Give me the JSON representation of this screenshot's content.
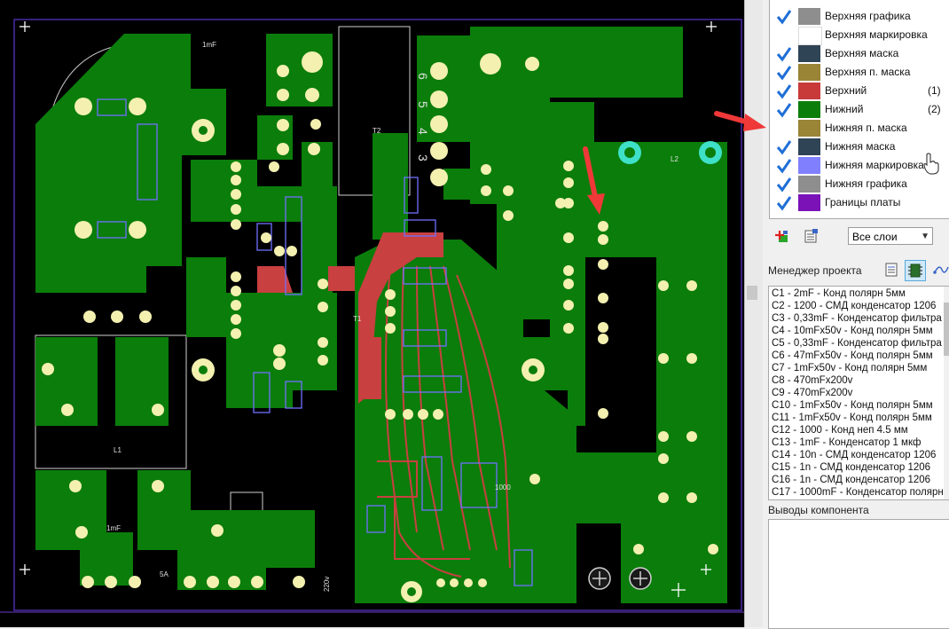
{
  "pcb": {
    "silk_labels": [
      "1mF",
      "6",
      "5",
      "4",
      "3",
      "T2",
      "T1",
      "L1",
      "L2",
      "5A",
      "220v",
      "1mF",
      "1000"
    ]
  },
  "layers": [
    {
      "name": "Верхняя графика",
      "color": "#8e8e8e",
      "checked": true,
      "num": ""
    },
    {
      "name": "Верхняя маркировка",
      "color": "#ffffff",
      "checked": false,
      "num": ""
    },
    {
      "name": "Верхняя маска",
      "color": "#2f4455",
      "checked": true,
      "num": ""
    },
    {
      "name": "Верхняя п. маска",
      "color": "#9a8436",
      "checked": true,
      "num": ""
    },
    {
      "name": "Верхний",
      "color": "#c83a3a",
      "checked": true,
      "num": "(1)"
    },
    {
      "name": "Нижний",
      "color": "#0b7d0b",
      "checked": true,
      "num": "(2)"
    },
    {
      "name": "Нижняя п. маска",
      "color": "#9a8436",
      "checked": false,
      "num": ""
    },
    {
      "name": "Нижняя маска",
      "color": "#2f4455",
      "checked": true,
      "num": ""
    },
    {
      "name": "Нижняя маркировка",
      "color": "#8080ff",
      "checked": true,
      "num": ""
    },
    {
      "name": "Нижняя графика",
      "color": "#8e8e8e",
      "checked": true,
      "num": ""
    },
    {
      "name": "Границы платы",
      "color": "#7a12b8",
      "checked": true,
      "num": ""
    }
  ],
  "toolbar": {
    "add_icon": "add-layer-icon",
    "props_icon": "layer-properties-icon",
    "layer_select": "Все слои"
  },
  "project_manager": {
    "title": "Менеджер проекта",
    "components": [
      "C1 - 2mF - Конд полярн 5мм",
      "C2 - 1200 - СМД конденсатор 1206",
      "C3 - 0,33mF - Конденсатор фильтра",
      "C4 - 10mFx50v - Конд полярн 5мм",
      "C5 - 0,33mF - Конденсатор фильтра",
      "C6 - 47mFx50v - Конд полярн 5мм",
      "C7 - 1mFx50v - Конд полярн 5мм",
      "C8 - 470mFx200v",
      "C9 - 470mFx200v",
      "C10 - 1mFx50v - Конд полярн 5мм",
      "C11 - 1mFx50v - Конд полярн 5мм",
      "C12 - 1000 - Конд неп 4.5 мм",
      "C13 - 1mF - Конденсатор 1 мкф",
      "C14 - 10n - СМД конденсатор 1206",
      "C15 - 1n - СМД конденсатор 1206",
      "C16 - 1n - СМД конденсатор 1206",
      "C17 - 1000mF - Конденсатор полярн"
    ]
  },
  "pins": {
    "title": "Выводы компонента"
  }
}
